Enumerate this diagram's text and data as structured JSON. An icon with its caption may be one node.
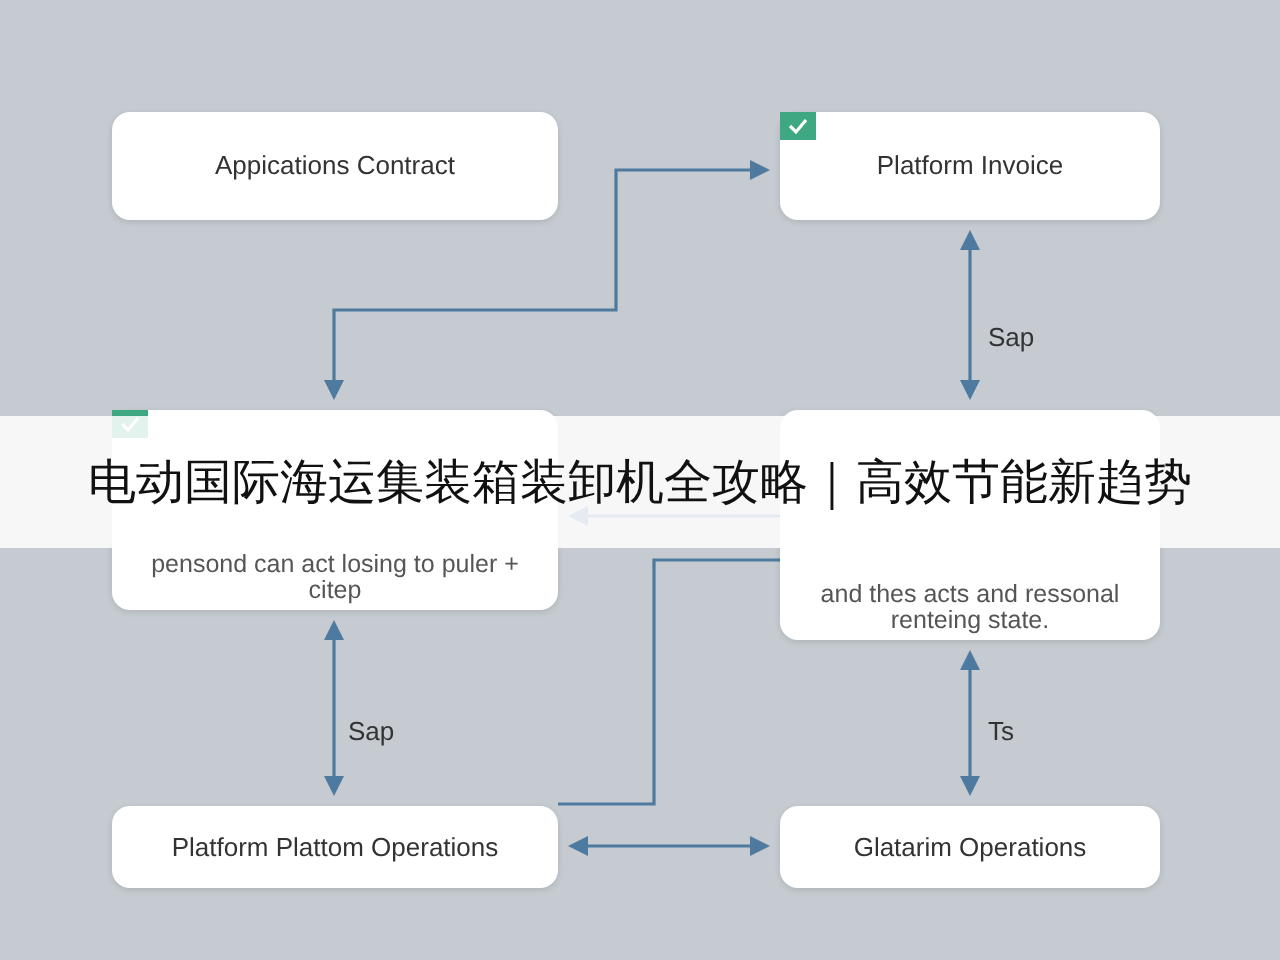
{
  "diagram": {
    "title": "电动国际海运集装箱装卸机全攻略｜高效节能新趋势",
    "nodes": [
      {
        "text": [
          "Appications Contract"
        ]
      },
      {
        "text": [
          "Platform Invoice"
        ]
      },
      {
        "text": [
          "pensond can act losing to puler + citep"
        ]
      },
      {
        "text": [
          "and thes acts and ressonal renteing state."
        ]
      },
      {
        "text": [
          "Platform Plattom Operations"
        ]
      },
      {
        "text": [
          "Glatarim Operations"
        ]
      }
    ],
    "edges": [
      {
        "from": 2,
        "to": 1,
        "arrow": "both"
      },
      {
        "from": 1,
        "to": 3,
        "arrow": "both",
        "label": "Sap"
      },
      {
        "from": 3,
        "to": 2,
        "arrow": "to"
      },
      {
        "from": 2,
        "to": 4,
        "arrow": "both",
        "label": "Sap"
      },
      {
        "from": 3,
        "to": 5,
        "arrow": "both",
        "label": "Ts"
      },
      {
        "from": 4,
        "to": 5,
        "arrow": "both"
      },
      {
        "from": 4,
        "to": 3,
        "arrow": "none"
      }
    ]
  }
}
